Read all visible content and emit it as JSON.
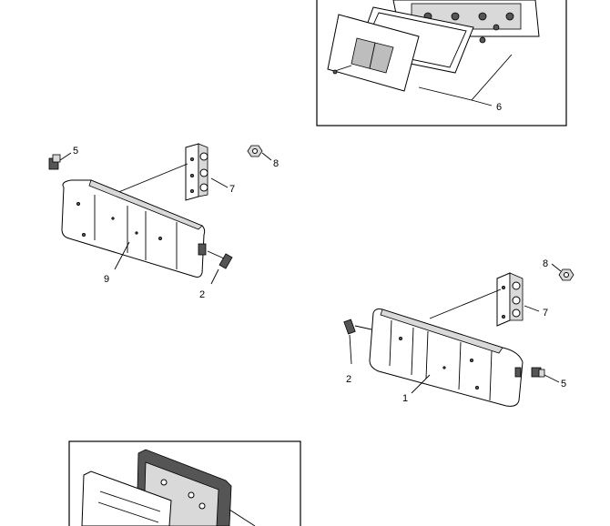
{
  "labels": {
    "top_box": "6",
    "left_clip": "5",
    "left_nut": "8",
    "left_bracket": "7",
    "left_lamp": "9",
    "left_connector": "2",
    "right_nut": "8",
    "right_bracket": "7",
    "right_connector": "2",
    "right_lamp": "1",
    "right_clip": "5"
  }
}
